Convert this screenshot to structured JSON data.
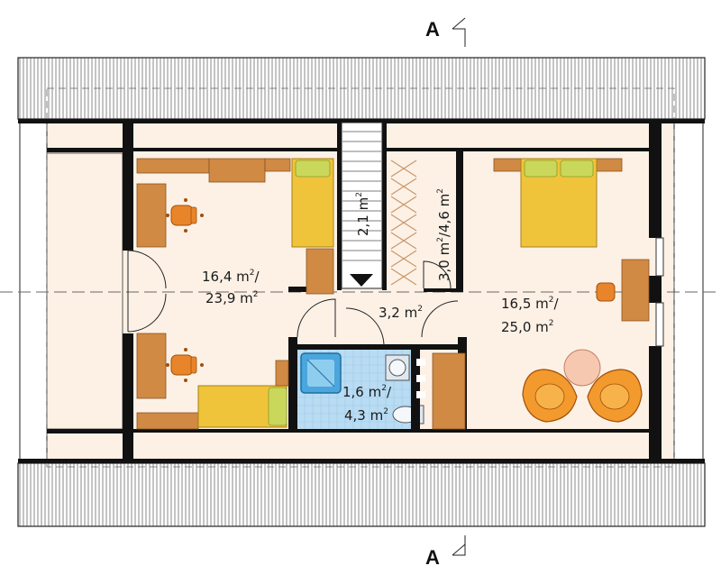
{
  "section_marks": {
    "top": "A",
    "bottom": "A"
  },
  "rooms": [
    {
      "name": "room-left",
      "area": "16,4 m",
      "unit_sup": "2",
      "suffix": "/",
      "area2": "23,9 m",
      "unit_sup2": "2"
    },
    {
      "name": "room-right",
      "area": "16,5 m",
      "unit_sup": "2",
      "suffix": "/",
      "area2": "25,0 m",
      "unit_sup2": "2"
    },
    {
      "name": "hall",
      "area": "3,2 m",
      "unit_sup": "2"
    },
    {
      "name": "bathroom",
      "area": "1,6 m",
      "unit_sup": "2",
      "suffix": "/",
      "area2": "4,3 m",
      "unit_sup2": "2"
    },
    {
      "name": "stairs",
      "area": "2,1 m",
      "unit_sup": "2"
    },
    {
      "name": "wardrobe",
      "area": "3,0 m",
      "unit_sup": "2",
      "suffix": "/4,6 m",
      "unit_sup2": "2"
    }
  ],
  "colors": {
    "floor": "#fdf1e6",
    "wall": "#111111",
    "roof_hatch": "#444444",
    "wood": "#d08a44",
    "bed": "#f0c43a",
    "pillow": "#c9d85a",
    "chair": "#e8852a",
    "tile": "#b9dcf3",
    "shower": "#4aa6dc"
  }
}
